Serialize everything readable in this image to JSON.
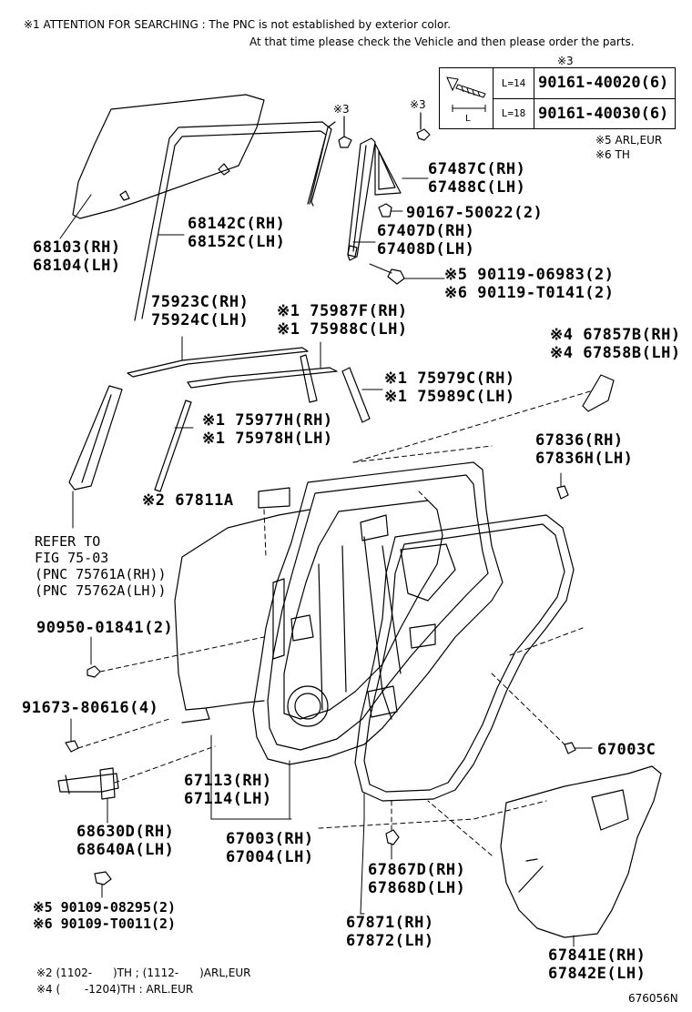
{
  "header": {
    "attention_line1": "※1 ATTENTION FOR SEARCHING : The PNC is not established by exterior color.",
    "attention_line2": "At that time please check the Vehicle and then please order the parts."
  },
  "screw_table": {
    "mark": "※3",
    "length_label": "L",
    "rows": [
      {
        "length": "L=14",
        "part": "90161-40020(6)"
      },
      {
        "length": "L=18",
        "part": "90161-40030(6)"
      }
    ]
  },
  "notes": {
    "n5": "※5 ARL,EUR",
    "n6": "※6 TH",
    "footer1": "※2 (1102-      )TH ; (1112-      )ARL,EUR",
    "footer2": "※4 (       -1204)TH : ARL.EUR",
    "diagram_id": "676056N"
  },
  "marks": {
    "m3a": "※3",
    "m3b": "※3"
  },
  "parts": {
    "p68103": "68103(RH)\n68104(LH)",
    "p68142": "68142C(RH)\n68152C(LH)",
    "p67487": "67487C(RH)\n67488C(LH)",
    "p90167": "90167-50022(2)",
    "p67407": "67407D(RH)\n67408D(LH)",
    "p90119": "※5 90119-06983(2)\n※6 90119-T0141(2)",
    "p75923": "75923C(RH)\n75924C(LH)",
    "p75987": "※1 75987F(RH)\n※1 75988C(LH)",
    "p67857": "※4 67857B(RH)\n※4 67858B(LH)",
    "p75979": "※1 75979C(RH)\n※1 75989C(LH)",
    "p75977": "※1 75977H(RH)\n※1 75978H(LH)",
    "p67836": "67836(RH)\n67836H(LH)",
    "p67811": "※2 67811A",
    "p_refer": "REFER TO\nFIG 75-03\n(PNC 75761A(RH))\n(PNC 75762A(LH))",
    "p90950": "90950-01841(2)",
    "p91673": "91673-80616(4)",
    "p67003c": "67003C",
    "p67113": "67113(RH)\n67114(LH)",
    "p68630": "68630D(RH)\n68640A(LH)",
    "p67003": "67003(RH)\n67004(LH)",
    "p67867": "67867D(RH)\n67868D(LH)",
    "p90109": "※5 90109-08295(2)\n※6 90109-T0011(2)",
    "p67871": "67871(RH)\n67872(LH)",
    "p67841": "67841E(RH)\n67842E(LH)"
  }
}
